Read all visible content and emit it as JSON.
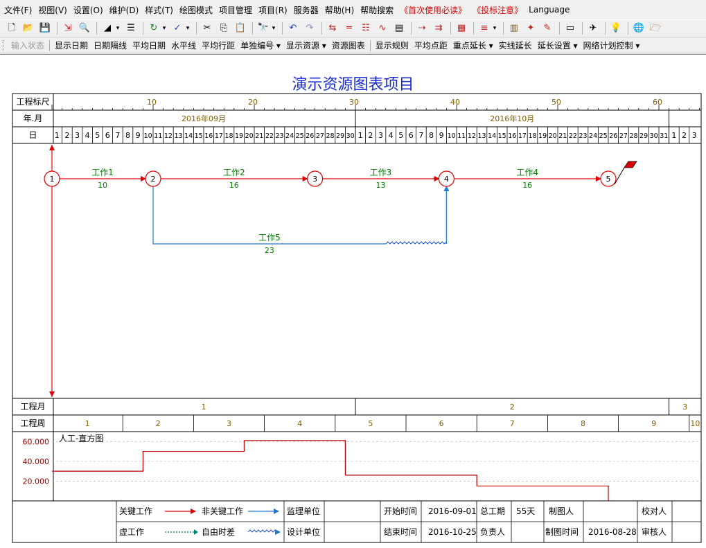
{
  "menu": [
    "文件(F)",
    "视图(V)",
    "设置(O)",
    "维护(D)",
    "样式(T)",
    "绘图模式",
    "项目管理",
    "项目(R)",
    "服务器",
    "帮助(H)",
    "帮助搜索",
    "《首次使用必读》",
    "《投标注意》",
    "Language"
  ],
  "menu_red": [
    11,
    12
  ],
  "toolbar_icons": [
    "new-file-icon",
    "open-folder-icon",
    "save-icon",
    "|",
    "export-icon",
    "print-preview-icon",
    "|",
    "fill-icon",
    "dropdown-icon",
    "indent-icon",
    "|",
    "refresh-icon",
    "dropdown-icon",
    "check-icon",
    "dropdown-icon",
    "|",
    "cut-icon",
    "copy-icon",
    "paste-icon",
    "|",
    "find-icon",
    "dropdown-icon",
    "|",
    "undo-icon",
    "redo-icon",
    "|",
    "network-icon",
    "bar-icon",
    "stack-icon",
    "curve-icon",
    "building-icon",
    "|",
    "dotted-arrow-icon",
    "dotted-arrow2-icon",
    "|",
    "chart-icon",
    "|",
    "align-icon",
    "dropdown-icon",
    "|",
    "books-icon",
    "wand-icon",
    "pencil-icon",
    "|",
    "screen-icon",
    "|",
    "plane-icon",
    "|",
    "bulb-icon",
    "|",
    "globe-icon",
    "folder-open-icon"
  ],
  "toolbar2": [
    {
      "label": "输入状态",
      "disabled": true
    },
    {
      "label": "显示日期"
    },
    {
      "label": "日期隔线"
    },
    {
      "label": "平均日期"
    },
    {
      "label": "水平线"
    },
    {
      "label": "平均行距"
    },
    {
      "label": "单独编号 ▾"
    },
    {
      "label": "显示资源 ▾"
    },
    {
      "label": "资源图表"
    },
    {
      "label": "|"
    },
    {
      "label": "显示规则"
    },
    {
      "label": "平均点距"
    },
    {
      "label": "重点延长 ▾"
    },
    {
      "label": "实线延长"
    },
    {
      "label": "延长设置 ▾"
    },
    {
      "label": "网络计划控制 ▾"
    }
  ],
  "doc_title": "演示资源图表项目",
  "header_labels": {
    "ruler": "工程标尺",
    "month": "年.月",
    "day": "日",
    "proj_month": "工程月",
    "proj_week": "工程周"
  },
  "ruler_ticks": [
    "10",
    "20",
    "30",
    "40",
    "50",
    "60"
  ],
  "months": [
    "2016年09月",
    "2016年10月"
  ],
  "days_sep": [
    "1",
    "2",
    "3",
    "4",
    "5",
    "6",
    "7",
    "8",
    "9",
    "10",
    "11",
    "12",
    "13",
    "14",
    "15",
    "16",
    "17",
    "18",
    "19",
    "20",
    "21",
    "22",
    "23",
    "24",
    "25",
    "26",
    "27",
    "28",
    "29",
    "30"
  ],
  "days_oct": [
    "1",
    "2",
    "3",
    "4",
    "5",
    "6",
    "7",
    "8",
    "9",
    "10",
    "11",
    "12",
    "13",
    "14",
    "15",
    "16",
    "17",
    "18",
    "19",
    "20",
    "21",
    "22",
    "23",
    "24",
    "25",
    "26",
    "27",
    "28",
    "29",
    "30",
    "31"
  ],
  "days_nov": [
    "1",
    "2",
    "3"
  ],
  "proj_months": [
    "1",
    "2",
    "3"
  ],
  "proj_weeks": [
    "1",
    "2",
    "3",
    "4",
    "5",
    "6",
    "7",
    "8",
    "9",
    "10"
  ],
  "nodes": [
    {
      "id": "1",
      "day": 0
    },
    {
      "id": "2",
      "day": 10
    },
    {
      "id": "3",
      "day": 26
    },
    {
      "id": "4",
      "day": 39
    },
    {
      "id": "5",
      "day": 55
    }
  ],
  "tasks": [
    {
      "name": "工作1",
      "duration": "10",
      "from": "1",
      "to": "2",
      "critical": true
    },
    {
      "name": "工作2",
      "duration": "16",
      "from": "2",
      "to": "3",
      "critical": true
    },
    {
      "name": "工作3",
      "duration": "13",
      "from": "3",
      "to": "4",
      "critical": true
    },
    {
      "name": "工作4",
      "duration": "16",
      "from": "4",
      "to": "5",
      "critical": true
    },
    {
      "name": "工作5",
      "duration": "23",
      "from": "2",
      "to": "4",
      "critical": false,
      "float_days": 6
    }
  ],
  "resource_chart": {
    "title": "人工-直方图",
    "y_ticks": [
      "20.000",
      "40.000",
      "60.000"
    ],
    "steps": [
      {
        "start": 0,
        "end": 9,
        "value": 30
      },
      {
        "start": 9,
        "end": 19,
        "value": 50
      },
      {
        "start": 19,
        "end": 29,
        "value": 61
      },
      {
        "start": 29,
        "end": 42,
        "value": 26
      },
      {
        "start": 42,
        "end": 55,
        "value": 15
      }
    ]
  },
  "legend": {
    "critical": "关键工作",
    "noncritical": "非关键工作",
    "dummy": "虚工作",
    "free_float": "自由时差",
    "supervisor_label": "监理单位",
    "designer_label": "设计单位",
    "start_label": "开始时间",
    "start_value": "2016-09-01",
    "end_label": "结束时间",
    "end_value": "2016-10-25",
    "total_label": "总工期",
    "total_value": "55天",
    "owner_label": "负责人",
    "drawer_label": "制图人",
    "draw_time_label": "制图时间",
    "draw_time_value": "2016-08-28",
    "checker_label": "校对人",
    "reviewer_label": "审核人"
  },
  "colors": {
    "critical": "#e00000",
    "noncritical": "#1e78d8",
    "free_float": "#2050d0",
    "dummy": "#008080",
    "label_green": "#008000",
    "title_blue": "#1a2bd0",
    "grid_gold": "#806000"
  }
}
